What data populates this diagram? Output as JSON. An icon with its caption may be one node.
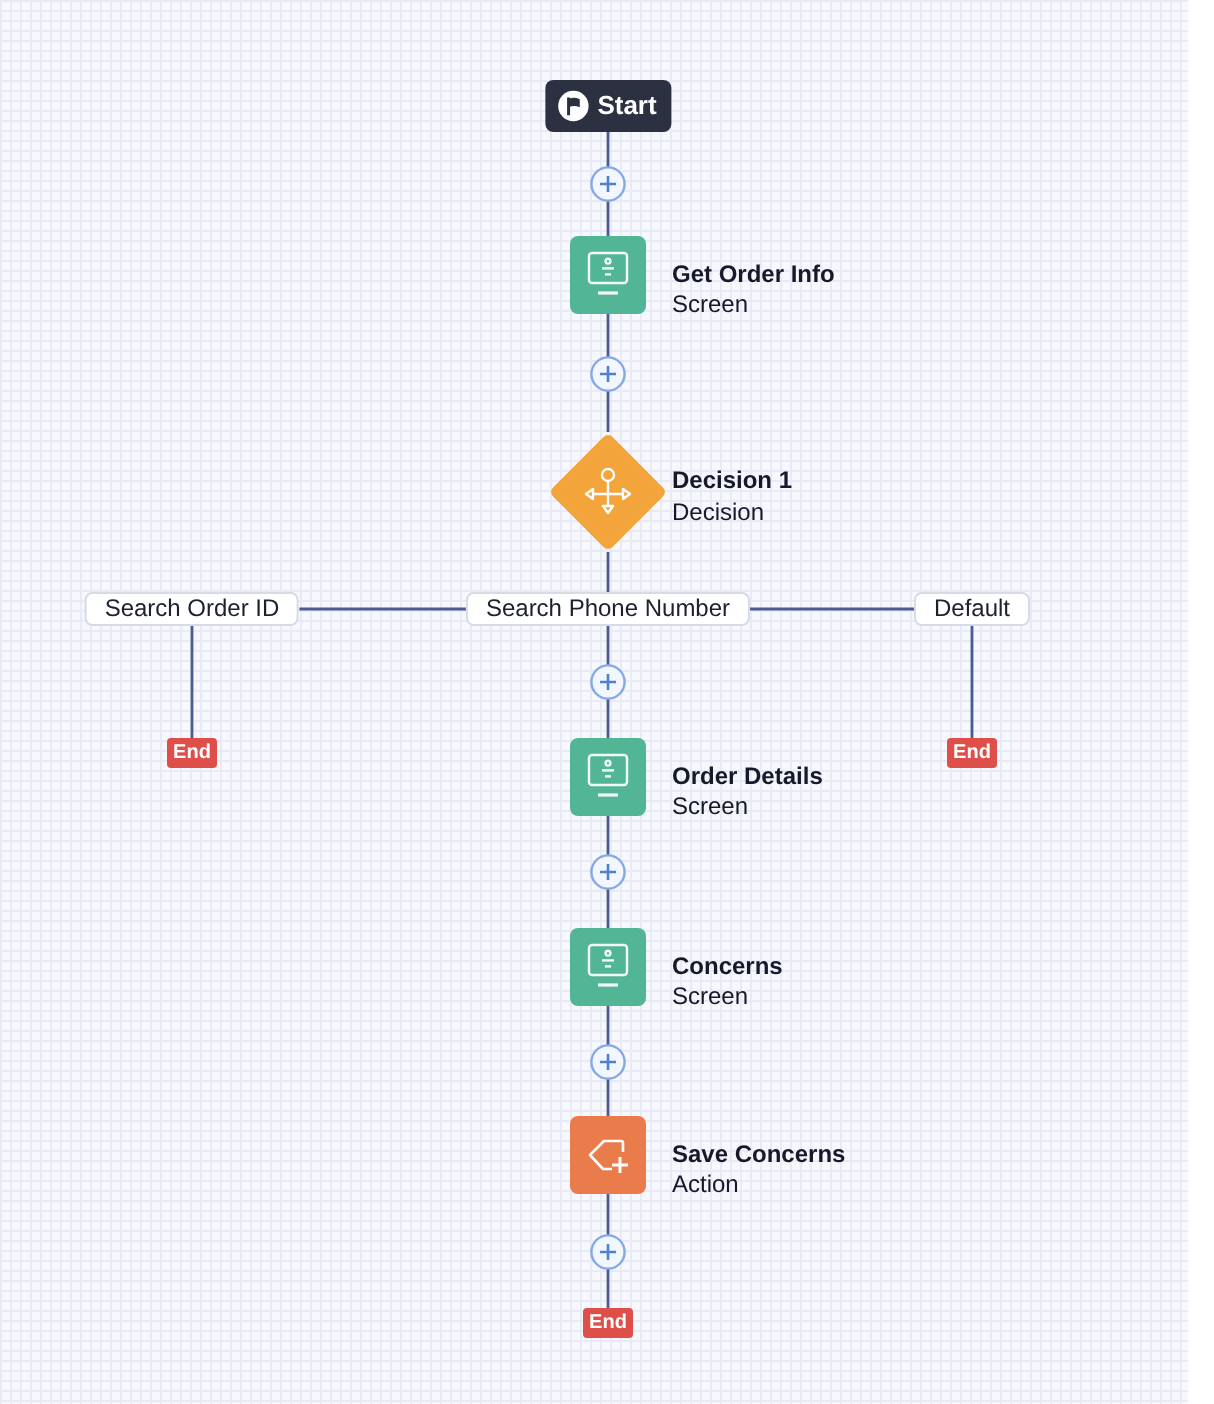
{
  "diagram": {
    "nodes": [
      {
        "text": [
          "Start"
        ]
      },
      {
        "text": [
          "Get Order Info",
          "Screen"
        ]
      },
      {
        "text": [
          "Decision 1",
          "Decision"
        ]
      },
      {
        "text": [
          "Search Order ID"
        ]
      },
      {
        "text": [
          "Search Phone Number"
        ]
      },
      {
        "text": [
          "Default"
        ]
      },
      {
        "text": [
          "End"
        ]
      },
      {
        "text": [
          "End"
        ]
      },
      {
        "text": [
          "Order Details",
          "Screen"
        ]
      },
      {
        "text": [
          "Concerns",
          "Screen"
        ]
      },
      {
        "text": [
          "Save Concerns",
          "Action"
        ]
      },
      {
        "text": [
          "End"
        ]
      }
    ],
    "edges": [
      {
        "from": 0,
        "to": 1,
        "arrow": "none"
      },
      {
        "from": 1,
        "to": 2,
        "arrow": "none"
      },
      {
        "from": 2,
        "to": 4,
        "arrow": "none"
      },
      {
        "from": 4,
        "to": 3,
        "arrow": "none"
      },
      {
        "from": 4,
        "to": 5,
        "arrow": "none"
      },
      {
        "from": 3,
        "to": 6,
        "arrow": "none"
      },
      {
        "from": 5,
        "to": 7,
        "arrow": "none"
      },
      {
        "from": 4,
        "to": 8,
        "arrow": "none"
      },
      {
        "from": 8,
        "to": 9,
        "arrow": "none"
      },
      {
        "from": 9,
        "to": 10,
        "arrow": "none"
      },
      {
        "from": 10,
        "to": 11,
        "arrow": "none"
      }
    ]
  }
}
